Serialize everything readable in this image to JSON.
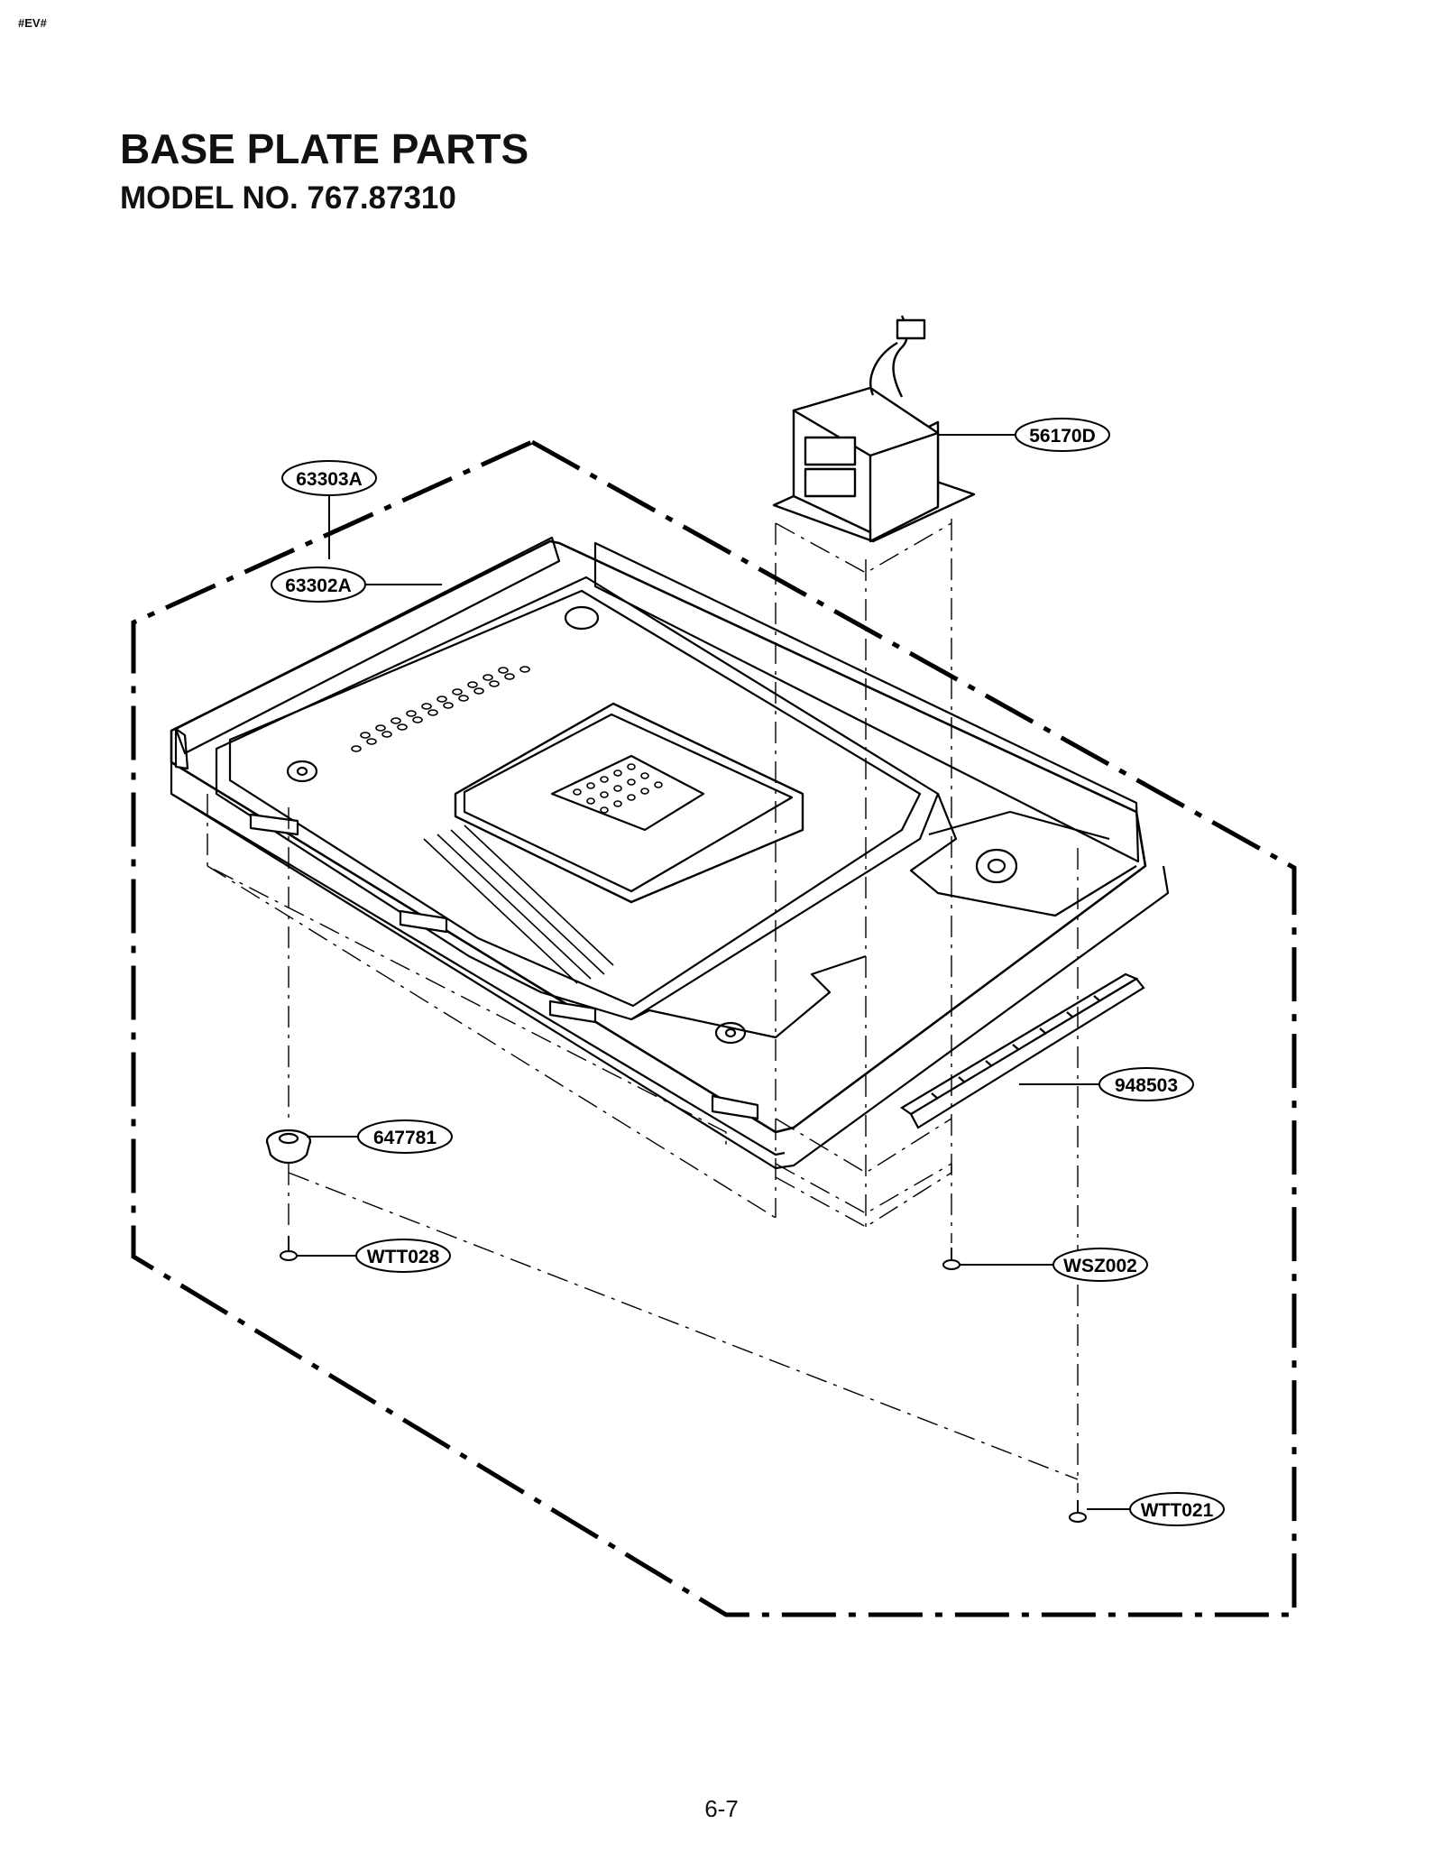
{
  "header": {
    "code_mark": "#EV#",
    "title": "BASE PLATE PARTS",
    "subtitle": "MODEL NO. 767.87310"
  },
  "parts": [
    {
      "id": "p56170D",
      "label": "56170D"
    },
    {
      "id": "p63303A",
      "label": "63303A"
    },
    {
      "id": "p63302A",
      "label": "63302A"
    },
    {
      "id": "p948503",
      "label": "948503"
    },
    {
      "id": "p647781",
      "label": "647781"
    },
    {
      "id": "pWTT028",
      "label": "WTT028"
    },
    {
      "id": "pWSZ002",
      "label": "WSZ002"
    },
    {
      "id": "pWTT021",
      "label": "WTT021"
    }
  ],
  "footer": {
    "page_number": "6-7"
  }
}
